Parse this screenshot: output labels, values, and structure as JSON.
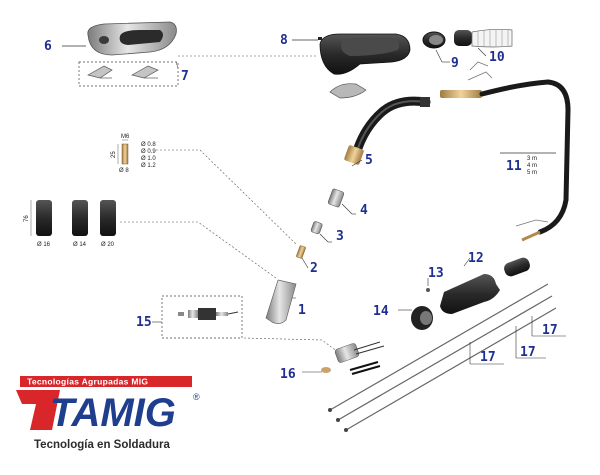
{
  "callouts": {
    "c1": "1",
    "c2": "2",
    "c3": "3",
    "c4": "4",
    "c5": "5",
    "c6": "6",
    "c7": "7",
    "c8": "8",
    "c9": "9",
    "c10": "10",
    "c11": "11",
    "c12": "12",
    "c13": "13",
    "c14": "14",
    "c15": "15",
    "c16": "16",
    "c17a": "17",
    "c17b": "17",
    "c17c": "17"
  },
  "cable_lengths": [
    "3 m",
    "4 m",
    "5 m"
  ],
  "tip_spec": {
    "thread": "M6",
    "length": "25",
    "base": "Ø 8",
    "diameters": [
      "Ø 0.8",
      "Ø 0.9",
      "Ø 1.0",
      "Ø 1.2"
    ]
  },
  "nozzle_spec": {
    "height": "76",
    "diameters": [
      "Ø 16",
      "Ø 14",
      "Ø 20"
    ]
  },
  "brand": {
    "tagline": "Tecnologías Agrupadas MIG",
    "name": "TAMIG",
    "registered": "®",
    "subtitle": "Tecnología en Soldadura",
    "red": "#d8262b",
    "blue": "#1f3e8e"
  },
  "colors": {
    "callout": "#1f2f8f",
    "part_dark": "#2e2e2e",
    "part_metal": "#b5b5b5",
    "copper": "#c9a46a"
  }
}
